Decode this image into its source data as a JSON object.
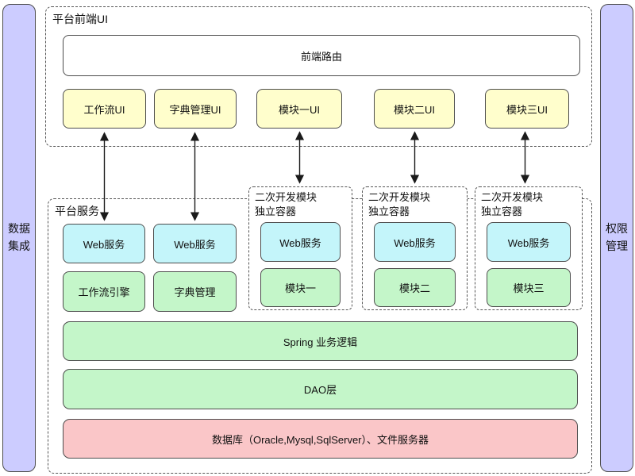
{
  "sidebar_left": {
    "line1": "数据",
    "line2": "集成"
  },
  "sidebar_right": {
    "line1": "权限",
    "line2": "管理"
  },
  "frontend": {
    "title": "平台前端UI",
    "router_label": "前端路由",
    "ui_tiles": [
      {
        "label": "工作流UI"
      },
      {
        "label": "字典管理UI"
      },
      {
        "label": "模块一UI"
      },
      {
        "label": "模块二UI"
      },
      {
        "label": "模块三UI"
      }
    ]
  },
  "services": {
    "title": "平台服务",
    "web_service_1": "Web服务",
    "web_service_2": "Web服务",
    "workflow_engine": "工作流引擎",
    "dictionary_mgmt": "字典管理",
    "spring_layer": "Spring 业务逻辑",
    "dao_layer": "DAO层",
    "database_layer": "数据库（Oracle,Mysql,SqlServer）、文件服务器"
  },
  "module_containers": [
    {
      "title_line1": "二次开发模块",
      "title_line2": "独立容器",
      "web_service": "Web服务",
      "module": "模块一"
    },
    {
      "title_line1": "二次开发模块",
      "title_line2": "独立容器",
      "web_service": "Web服务",
      "module": "模块二"
    },
    {
      "title_line1": "二次开发模块",
      "title_line2": "独立容器",
      "web_service": "Web服务",
      "module": "模块三"
    }
  ],
  "colors": {
    "sidebar_purple": "#ccccff",
    "tile_yellow": "#fffecc",
    "web_cyan": "#c4f5fa",
    "module_green": "#c4f6c9",
    "database_pink": "#fac6c8",
    "box_border": "#4d4d4d",
    "dashed_border": "#555555",
    "arrow": "#1a1a1a"
  }
}
